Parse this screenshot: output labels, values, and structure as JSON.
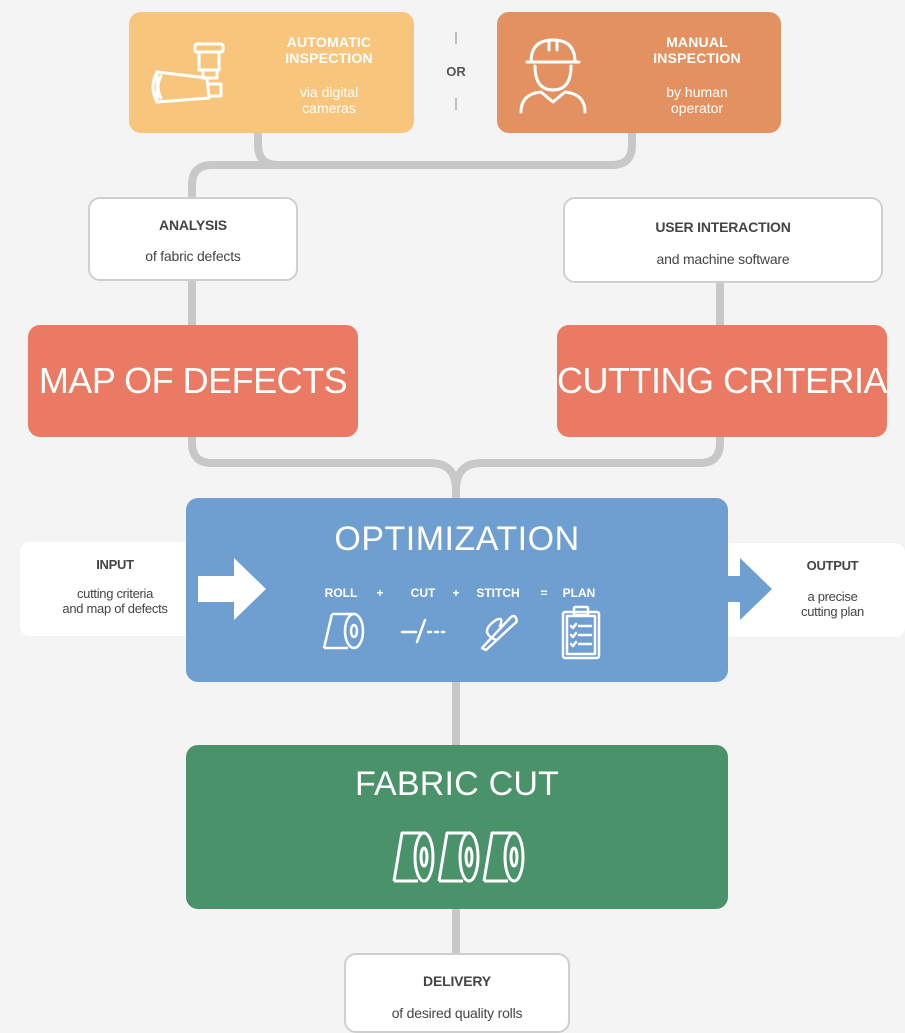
{
  "colors": {
    "automatic": "#f8c57d",
    "manual": "#e39160",
    "big_box": "#ea7a63",
    "optimization": "#6f9fd0",
    "fabric_cut": "#4a936a",
    "connector": "#c8c8c8",
    "background": "#f4f4f4"
  },
  "automatic": {
    "title_line1": "AUTOMATIC",
    "title_line2": "INSPECTION",
    "sub_line1": "via digital",
    "sub_line2": "cameras",
    "icon": "camera-icon"
  },
  "or_label": "OR",
  "manual": {
    "title_line1": "MANUAL",
    "title_line2": "INSPECTION",
    "sub_line1": "by human",
    "sub_line2": "operator",
    "icon": "worker-icon"
  },
  "analysis": {
    "title": "ANALYSIS",
    "sub": "of fabric defects"
  },
  "user_interaction": {
    "title": "USER INTERACTION",
    "sub": "and machine software"
  },
  "map_of_defects": "MAP OF DEFECTS",
  "cutting_criteria": "CUTTING CRITERIA",
  "optimization": {
    "title": "OPTIMIZATION",
    "roll": "ROLL",
    "plus1": "+",
    "cut": "CUT",
    "plus2": "+",
    "stitch": "STITCH",
    "equals": "=",
    "plan": "PLAN",
    "icons": [
      "roll-icon",
      "cut-line-icon",
      "needle-icon",
      "clipboard-icon"
    ]
  },
  "input": {
    "title": "INPUT",
    "sub_line1": "cutting criteria",
    "sub_line2": "and map of defects"
  },
  "output": {
    "title": "OUTPUT",
    "sub_line1": "a precise",
    "sub_line2": "cutting plan"
  },
  "fabric_cut": {
    "title": "FABRIC CUT",
    "icon": "fabric-rolls-icon"
  },
  "delivery": {
    "title": "DELIVERY",
    "sub": "of desired quality rolls"
  }
}
